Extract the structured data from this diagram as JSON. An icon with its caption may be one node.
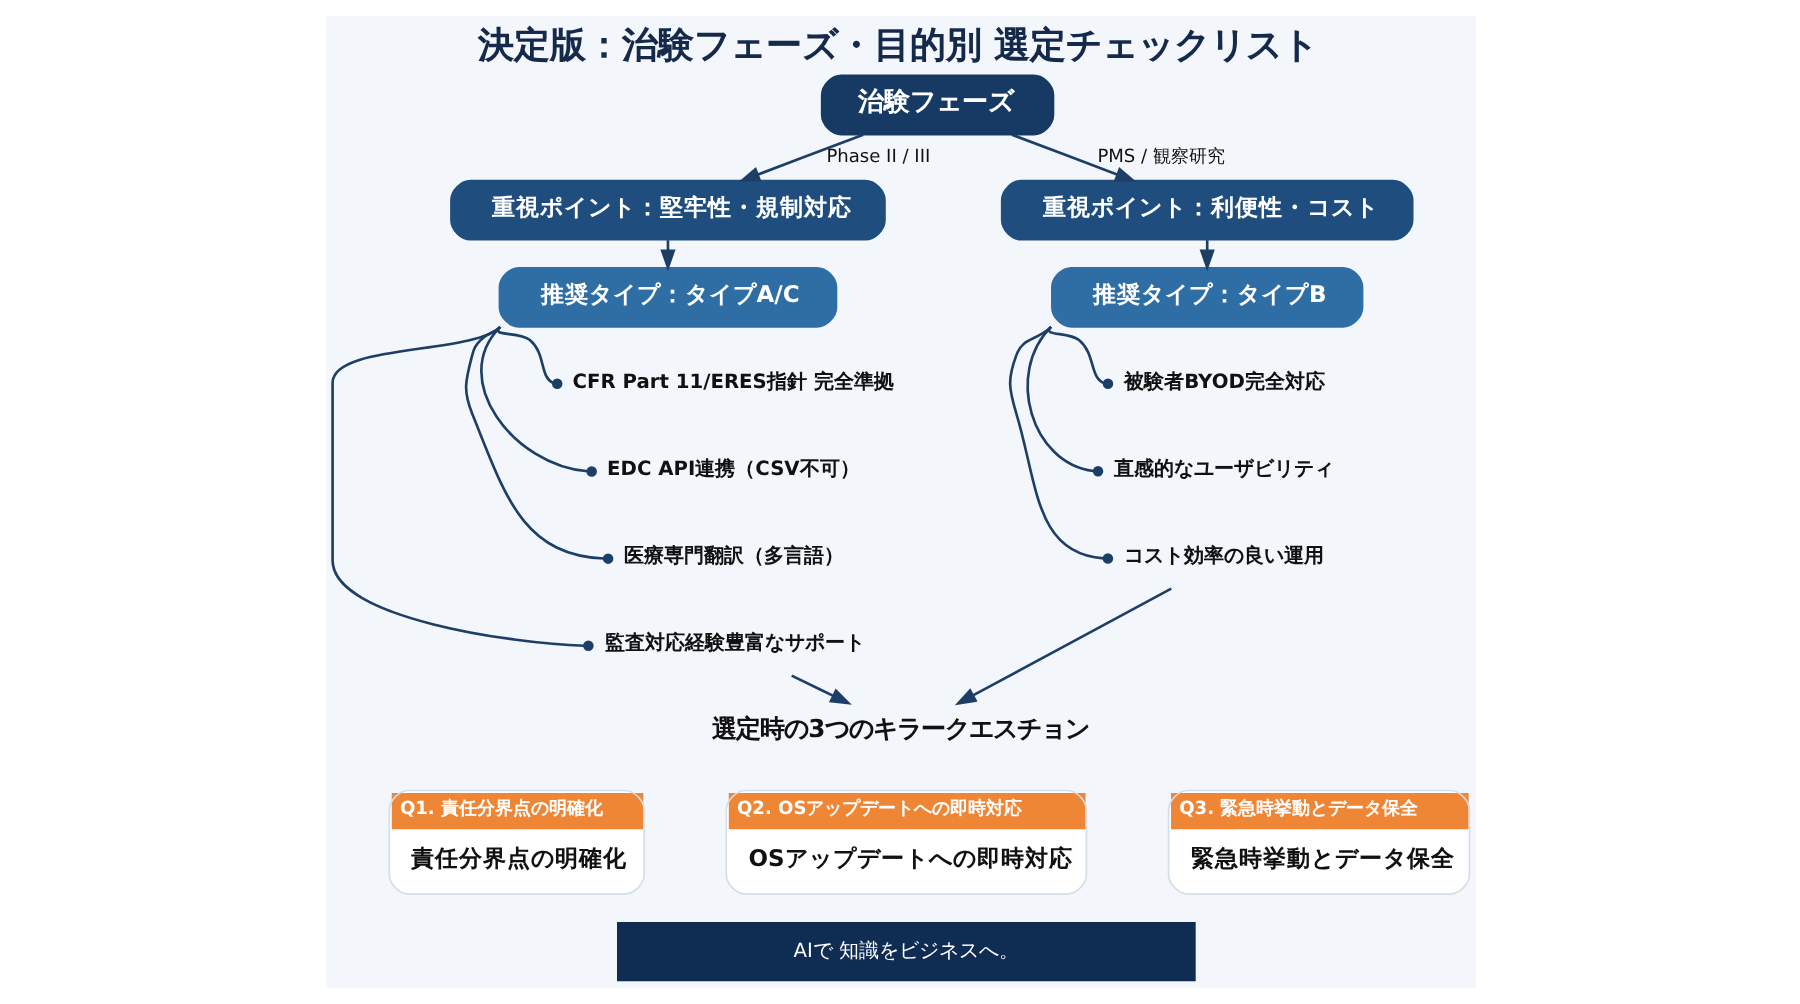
{
  "diagram": {
    "title": "決定版：治験フェーズ・目的別 選定チェックリスト",
    "nodes": [
      {
        "text": [
          "治験フェーズ"
        ]
      },
      {
        "text": [
          "重視ポイント：堅牢性・規制対応"
        ]
      },
      {
        "text": [
          "推奨タイプ：タイプA/C"
        ]
      },
      {
        "text": [
          "CFR Part 11/ERES指針 完全準拠"
        ]
      },
      {
        "text": [
          "EDC API連携（CSV不可）"
        ]
      },
      {
        "text": [
          "医療専門翻訳（多言語）"
        ]
      },
      {
        "text": [
          "監査対応経験豊富なサポート"
        ]
      },
      {
        "text": [
          "重視ポイント：利便性・コスト"
        ]
      },
      {
        "text": [
          "推奨タイプ：タイプB"
        ]
      },
      {
        "text": [
          "被験者BYOD完全対応"
        ]
      },
      {
        "text": [
          "直感的なユーザビリティ"
        ]
      },
      {
        "text": [
          "コスト効率の良い運用"
        ]
      },
      {
        "text": [
          "選定時の3つのキラークエスチョン"
        ]
      },
      {
        "text": [
          "Q1. 責任分界点の明確化",
          "責任分界点の明確化"
        ]
      },
      {
        "text": [
          "Q2. OSアップデートへの即時対応",
          "OSアップデートへの即時対応"
        ]
      },
      {
        "text": [
          "Q3. 緊急時挙動とデータ保全",
          "緊急時挙動とデータ保全"
        ]
      }
    ],
    "edges": [
      {
        "from": 0,
        "to": 1,
        "arrow": "to",
        "label": "Phase II / III"
      },
      {
        "from": 0,
        "to": 7,
        "arrow": "to",
        "label": "PMS / 観察研究"
      },
      {
        "from": 1,
        "to": 2,
        "arrow": "to"
      },
      {
        "from": 2,
        "to": 3,
        "arrow": "other"
      },
      {
        "from": 2,
        "to": 4,
        "arrow": "other"
      },
      {
        "from": 2,
        "to": 5,
        "arrow": "other"
      },
      {
        "from": 2,
        "to": 6,
        "arrow": "other"
      },
      {
        "from": 7,
        "to": 8,
        "arrow": "to"
      },
      {
        "from": 8,
        "to": 9,
        "arrow": "other"
      },
      {
        "from": 8,
        "to": 10,
        "arrow": "other"
      },
      {
        "from": 8,
        "to": 11,
        "arrow": "other"
      },
      {
        "from": 6,
        "to": 12,
        "arrow": "to"
      },
      {
        "from": 11,
        "to": 12,
        "arrow": "to"
      }
    ],
    "labels": [
      "AIで 知識をビジネスへ。"
    ]
  }
}
